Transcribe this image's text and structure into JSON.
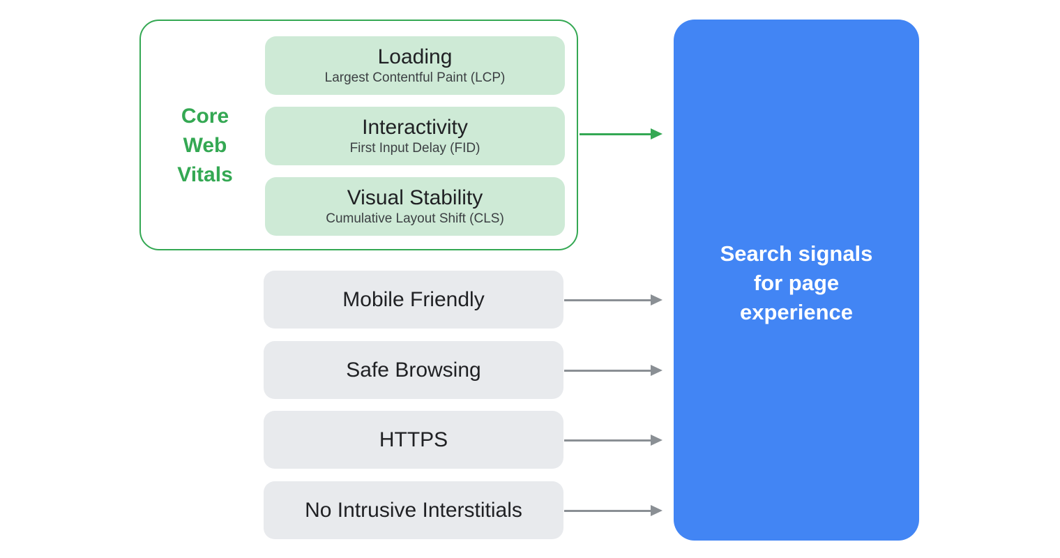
{
  "diagram": {
    "background": "#ffffff",
    "core_web_vitals": {
      "label": "Core\nWeb\nVitals",
      "label_color": "#34a853",
      "border_color": "#34a853",
      "pill_background": "#ceead6",
      "pills": [
        {
          "title": "Loading",
          "subtitle": "Largest Contentful Paint (LCP)"
        },
        {
          "title": "Interactivity",
          "subtitle": "First Input Delay (FID)"
        },
        {
          "title": "Visual Stability",
          "subtitle": "Cumulative Layout Shift (CLS)"
        }
      ]
    },
    "other_signals": {
      "pill_background": "#e8eaed",
      "items": [
        {
          "label": "Mobile Friendly"
        },
        {
          "label": "Safe Browsing"
        },
        {
          "label": "HTTPS"
        },
        {
          "label": "No Intrusive Interstitials"
        }
      ]
    },
    "result": {
      "label": "Search signals\nfor page\nexperience",
      "background": "#4285f4",
      "text_color": "#ffffff"
    },
    "arrows": {
      "green_color": "#34a853",
      "gray_color": "#8a8f94"
    }
  }
}
